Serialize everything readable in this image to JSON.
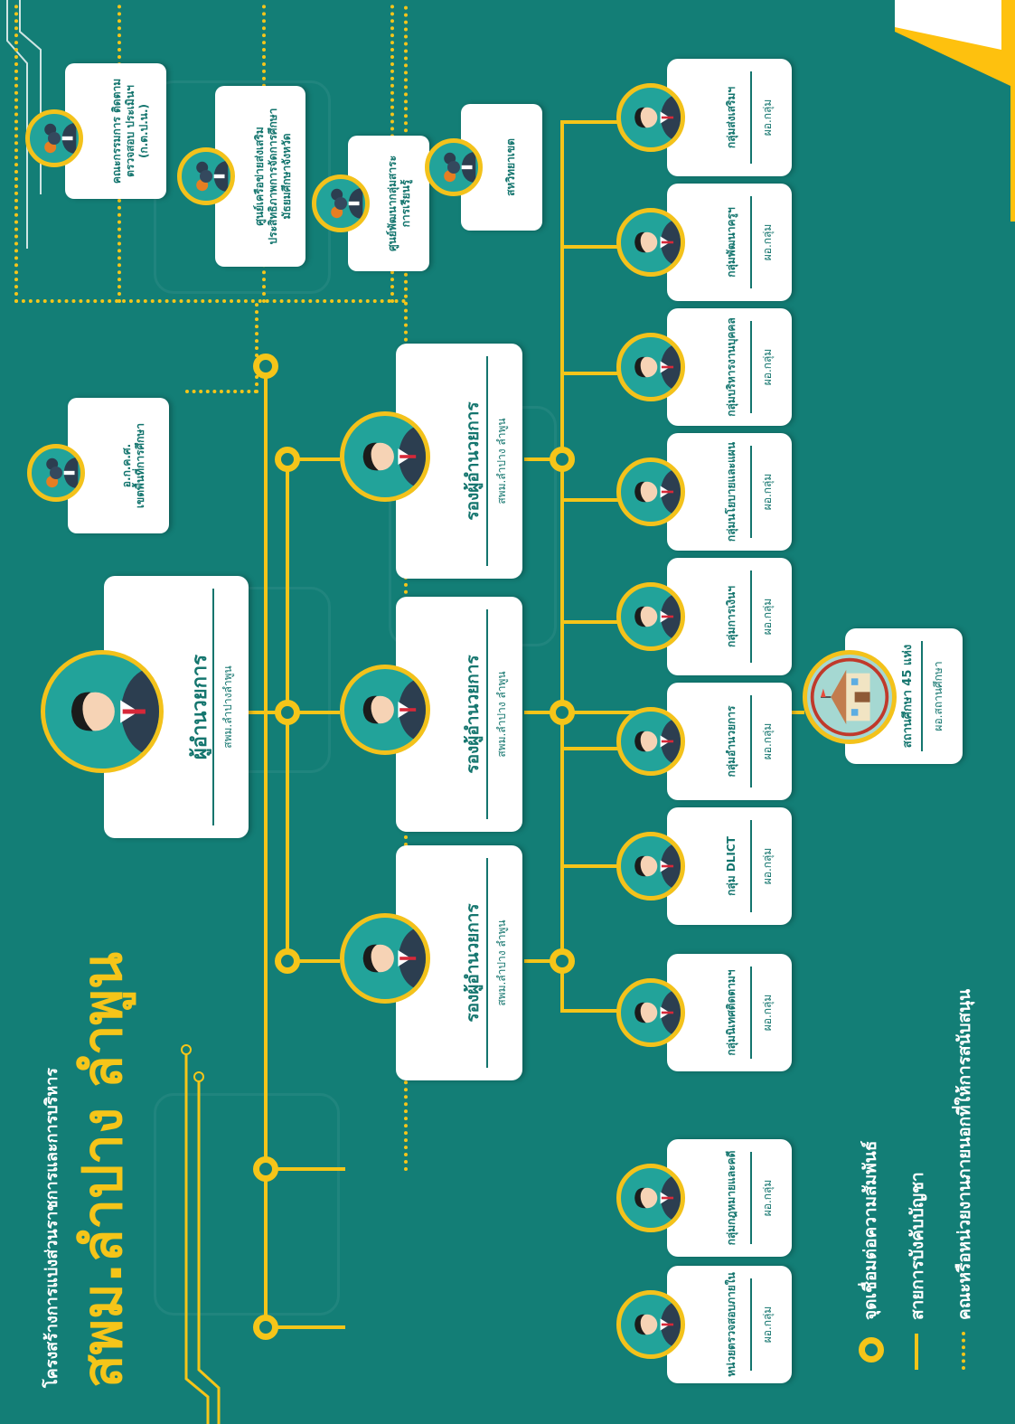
{
  "header": {
    "subtitle": "โครงสร้างการแบ่งส่วนราชการและการบริหาร",
    "title": "สพม.ลำปาง ลำพูน"
  },
  "colors": {
    "background": "#137e76",
    "accent": "#f5c519",
    "card": "#ffffff",
    "text": "#14756e",
    "corner": "#fec10e"
  },
  "director": {
    "name": "ผู้อำนวยการ",
    "sub": "สพม.ลำปางลำพูน"
  },
  "deputies": [
    {
      "name": "รองผู้อำนวยการ",
      "sub": "สพม.ลำปาง ลำพูน"
    },
    {
      "name": "รองผู้อำนวยการ",
      "sub": "สพม.ลำปาง ลำพูน"
    },
    {
      "name": "รองผู้อำนวยการ",
      "sub": "สพม.ลำปาง ลำพูน"
    }
  ],
  "groups": [
    {
      "name": "หน่วยตรวจสอบภายใน",
      "sub": "ผอ.กลุ่ม"
    },
    {
      "name": "กลุ่มกฎหมายและคดี",
      "sub": "ผอ.กลุ่ม"
    },
    {
      "name": "กลุ่มนิเทศติดตามฯ",
      "sub": "ผอ.กลุ่ม"
    },
    {
      "name": "กลุ่ม DLICT",
      "sub": "ผอ.กลุ่ม"
    },
    {
      "name": "กลุ่มอำนวยการ",
      "sub": "ผอ.กลุ่ม"
    },
    {
      "name": "กลุ่มการเงินฯ",
      "sub": "ผอ.กลุ่ม"
    },
    {
      "name": "กลุ่มนโยบายและแผน",
      "sub": "ผอ.กลุ่ม"
    },
    {
      "name": "กลุ่มบริหารงานบุคคล",
      "sub": "ผอ.กลุ่ม"
    },
    {
      "name": "กลุ่มพัฒนาครูฯ",
      "sub": "ผอ.กลุ่ม"
    },
    {
      "name": "กลุ่มส่งเสริมฯ",
      "sub": "ผอ.กลุ่ม"
    }
  ],
  "school": {
    "name": "สถานศึกษา 45 แห่ง",
    "sub": "ผอ.สถานศึกษา"
  },
  "external": [
    {
      "text": "อ.ก.ค.ศ.\nเขตพื้นที่การศึกษา"
    },
    {
      "text": "คณะกรรมการ ติดตาม\nตรวจสอบ ประเมินฯ\n(ก.ต.ป.น.)"
    },
    {
      "text": "ศูนย์เครือข่ายส่งเสริม\nประสิทธิภาพการจัดการศึกษา\nมัธยมศึกษาจังหวัด"
    },
    {
      "text": "ศูนย์พัฒนากลุ่มสาระ\nการเรียนรู้"
    },
    {
      "text": "สหวิทยาเขต"
    }
  ],
  "legend": [
    {
      "icon": "ring-joint-icon",
      "label": "จุดเชื่อมต่อความสัมพันธ์"
    },
    {
      "icon": "solid-line-icon",
      "label": "สายการบังคับบัญชา"
    },
    {
      "icon": "dotted-line-icon",
      "label": "คณะหรือหน่วยงานภายนอกที่ให้การสนับสนุน"
    }
  ]
}
